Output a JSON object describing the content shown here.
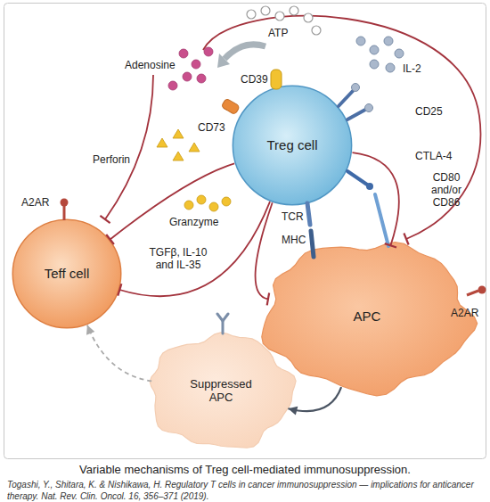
{
  "diagram": {
    "caption": "Variable mechanisms of Treg cell-mediated immunosuppression.",
    "nodes": [
      {
        "text": [
          "Treg cell"
        ]
      },
      {
        "text": [
          "Teff cell"
        ]
      },
      {
        "text": [
          "APC"
        ]
      },
      {
        "text": [
          "Suppressed APC"
        ]
      }
    ],
    "edges": [
      {
        "from": 0,
        "to": 1,
        "arrow": "to"
      },
      {
        "from": 0,
        "to": 2,
        "arrow": "to"
      },
      {
        "from": 0,
        "to": 1,
        "label": "TGFβ, IL-10 and IL-35",
        "arrow": "to"
      },
      {
        "from": 0,
        "to": 2,
        "arrow": "to"
      },
      {
        "from": 2,
        "to": 3,
        "arrow": "to"
      },
      {
        "from": 3,
        "to": 1,
        "arrow": "to"
      }
    ],
    "labels": [
      "Adenosine",
      "ATP",
      "CD39",
      "IL-2",
      "CD73",
      "CD25",
      "A2AR",
      "Perforin",
      "CTLA-4",
      "Granzyme",
      "CD80 and/or CD86",
      "TCR",
      "MHC",
      "A2AR",
      "Togashi, Y., Shitara, K. & Nishikawa, H. Regulatory T cells in cancer immunosuppression — implications for anticancer therapy. Nat. Rev. Clin. Oncol. 16, 356–371 (2019)."
    ]
  }
}
